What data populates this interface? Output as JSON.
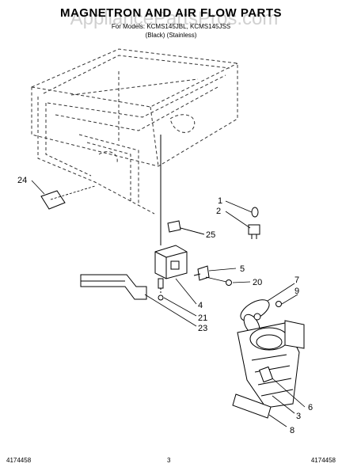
{
  "header": {
    "title": "MAGNETRON AND AIR FLOW PARTS",
    "models_line": "For Models: KCMS145JBL, KCMS145JSS",
    "colors_line": "(Black)        (Stainless)",
    "watermark": "AppliancePartsPros.com"
  },
  "callouts": [
    "24",
    "1",
    "2",
    "25",
    "5",
    "20",
    "4",
    "21",
    "23",
    "7",
    "9",
    "3",
    "6",
    "8"
  ],
  "footer": {
    "left": "4174458",
    "center": "3",
    "right": "4174458"
  }
}
